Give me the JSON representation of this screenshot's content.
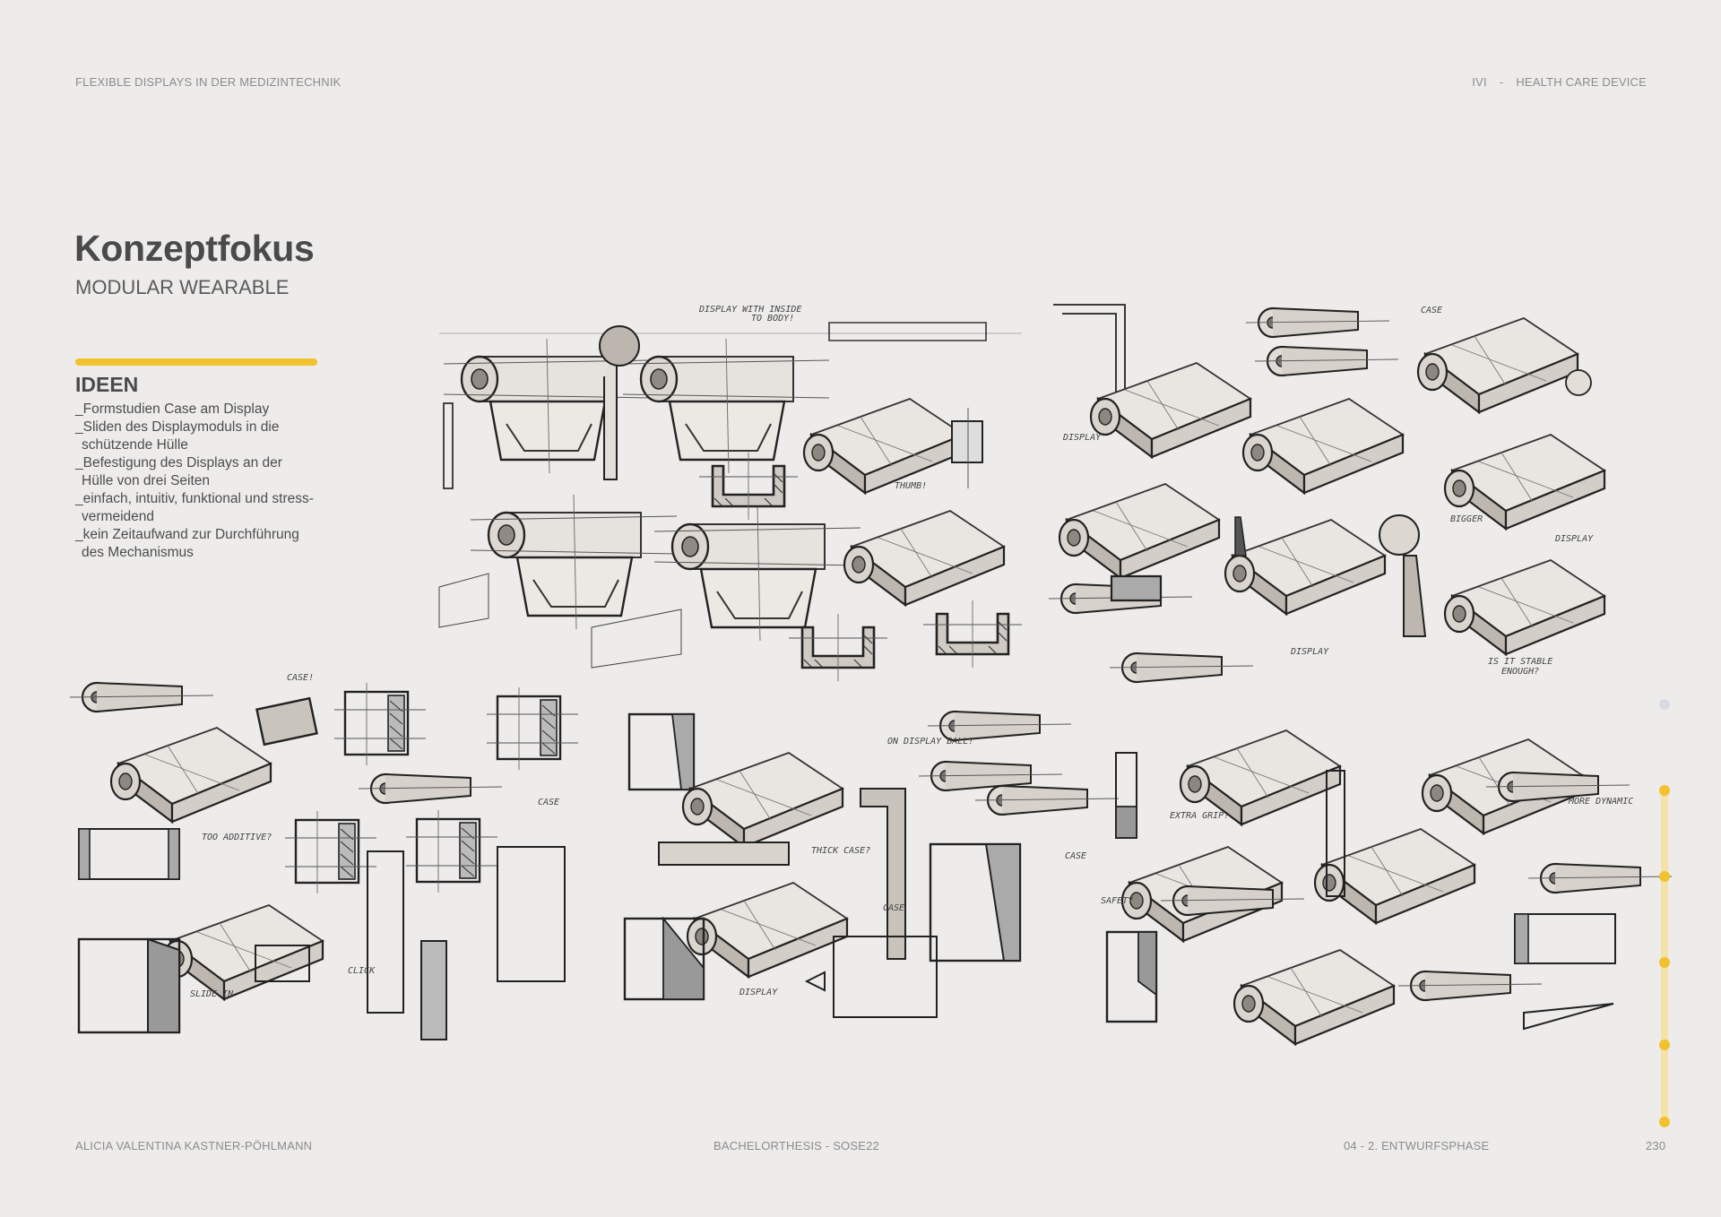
{
  "header": {
    "left": "FLEXIBLE DISPLAYS IN DER MEDIZINTECHNIK",
    "right_prefix": "IVI",
    "right_separator": "-",
    "right_label": "HEALTH CARE DEVICE"
  },
  "title": "Konzeptfokus",
  "subtitle": "MODULAR WEARABLE",
  "section": {
    "heading": "IDEEN",
    "lines": [
      "_Formstudien Case am Display",
      "_Sliden des Displaymoduls in die",
      "  schützende Hülle",
      "_Befestigung des Displays an der",
      "  Hülle von drei Seiten",
      "_einfach, intuitiv, funktional und stress-",
      "  vermeidend",
      "_kein Zeitaufwand zur Durchführung",
      "  des Mechanismus"
    ]
  },
  "sketch_annotations": {
    "a1": "DISPLAY WITH INSIDE",
    "a2": "TO BODY!",
    "a3": "THUMB!",
    "a4": "CASE",
    "a5": "DISPLAY",
    "a6": "BIGGER",
    "a7": "DISPLAY",
    "a8": "DISPLAY",
    "a9": "IS IT STABLE",
    "a10": "ENOUGH?",
    "a11": "CASE!",
    "a12": "TOO ADDITIVE?",
    "a13": "CASE",
    "a14": "SLIDE IN",
    "a15": "CLICK",
    "a16": "ON DISPLAY BALL!",
    "a17": "THICK CASE?",
    "a18": "CASE",
    "a19": "CASE",
    "a20": "DISPLAY",
    "a21": "EXTRA GRIP!",
    "a22": "MORE DYNAMIC",
    "a23": "SAFETY"
  },
  "footer": {
    "author": "ALICIA VALENTINA KASTNER-PÖHLMANN",
    "thesis": "BACHELORTHESIS - SOSE22",
    "chapter": "04 - 2. ENTWURFSPHASE",
    "page": "230"
  },
  "progress_nav": {
    "active_color": "#f2c12e",
    "inactive_color": "#d8dae3",
    "track_color": "#f5e2a8",
    "steps_total": 6,
    "steps_active": 5
  }
}
